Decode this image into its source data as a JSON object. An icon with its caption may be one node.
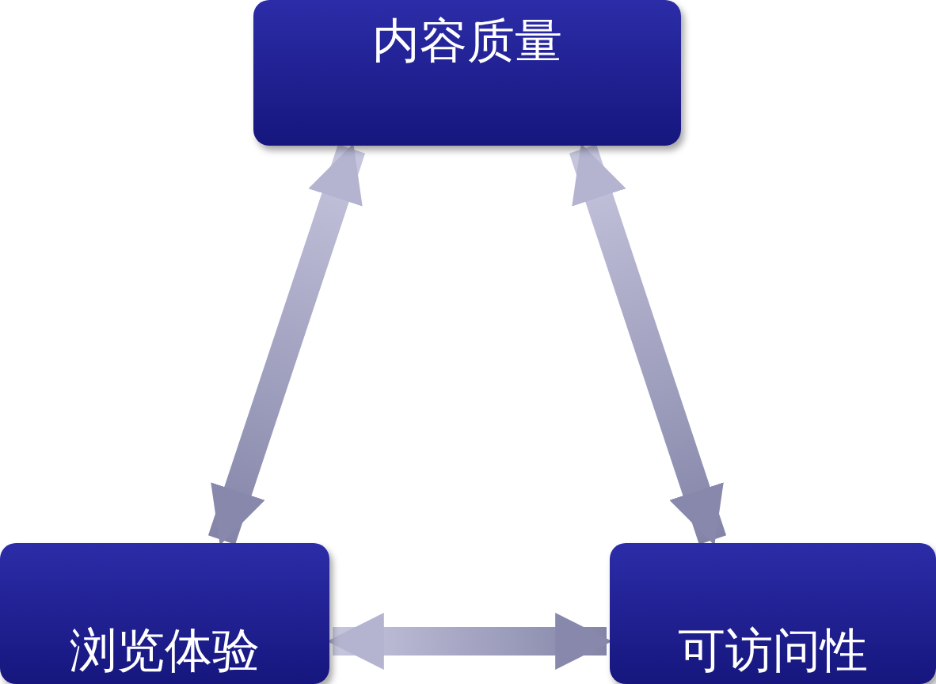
{
  "diagram": {
    "nodes": [
      {
        "text": [
          "内容质量"
        ]
      },
      {
        "text": [
          "浏览体验"
        ]
      },
      {
        "text": [
          "可访问性"
        ]
      }
    ],
    "edges": [
      {
        "from": 0,
        "to": 1,
        "arrow": "both"
      },
      {
        "from": 0,
        "to": 2,
        "arrow": "both"
      },
      {
        "from": 1,
        "to": 2,
        "arrow": "both"
      }
    ]
  }
}
